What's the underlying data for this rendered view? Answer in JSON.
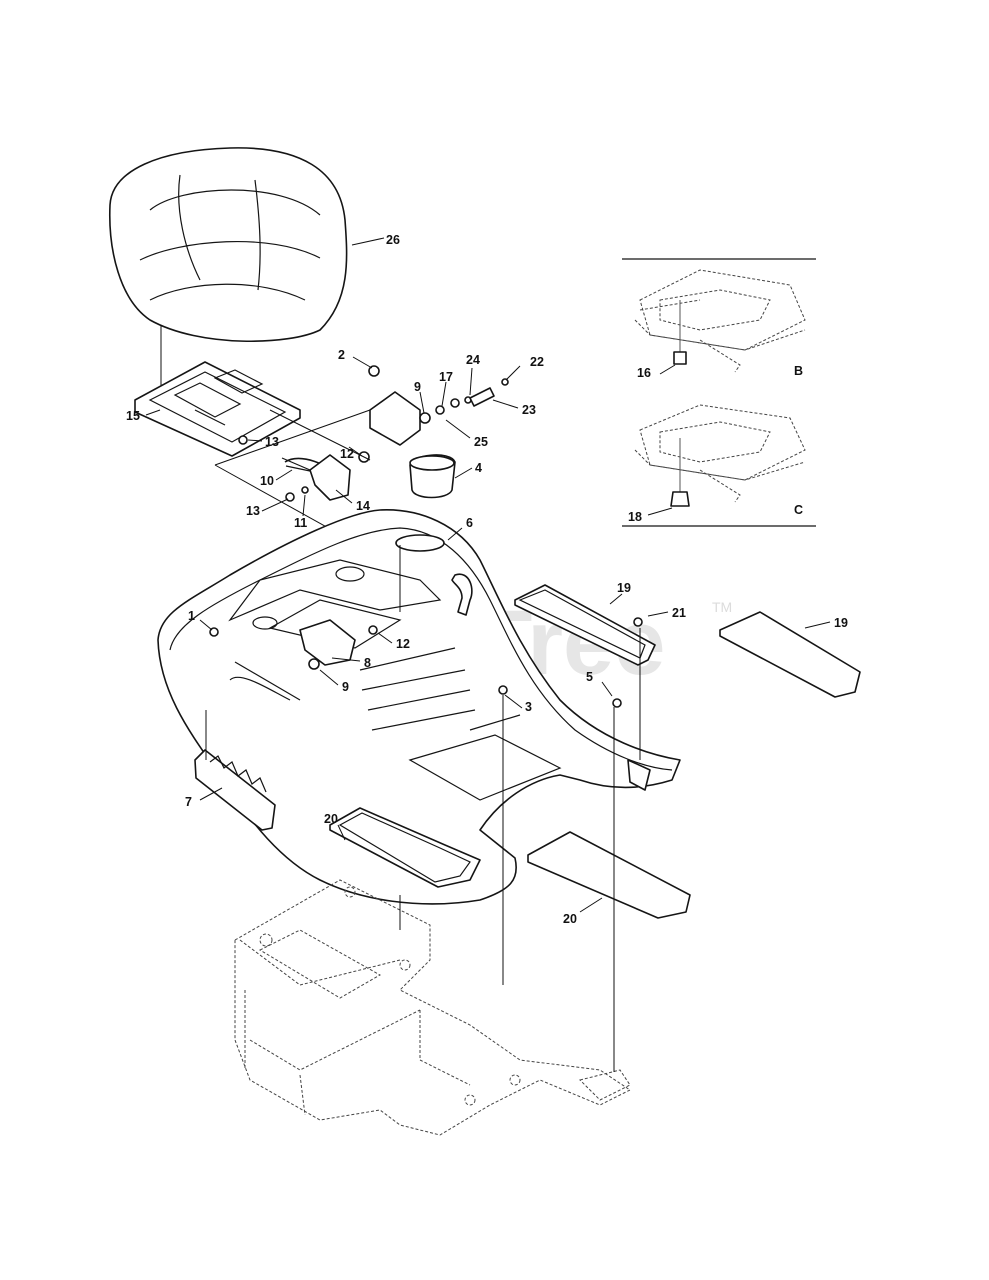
{
  "watermark": {
    "brand": "PartsTree",
    "trademark": "TM"
  },
  "views": {
    "b": "B",
    "c": "C"
  },
  "callouts": {
    "c1": "1",
    "c2": "2",
    "c3": "3",
    "c4": "4",
    "c5": "5",
    "c6": "6",
    "c7": "7",
    "c8": "8",
    "c9a": "9",
    "c9b": "9",
    "c10": "10",
    "c11": "11",
    "c12a": "12",
    "c12b": "12",
    "c13a": "13",
    "c13b": "13",
    "c14": "14",
    "c15": "15",
    "c16": "16",
    "c17": "17",
    "c18": "18",
    "c19a": "19",
    "c19b": "19",
    "c20a": "20",
    "c20b": "20",
    "c21": "21",
    "c22": "22",
    "c23": "23",
    "c24": "24",
    "c25": "25",
    "c26": "26"
  },
  "colors": {
    "line": "#151515",
    "watermark": "#e6e6e6",
    "background": "#ffffff"
  }
}
